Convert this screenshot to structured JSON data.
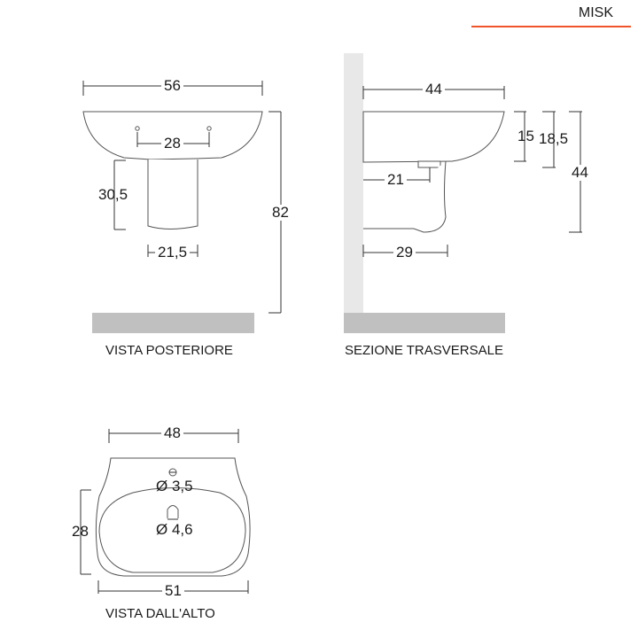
{
  "brand": {
    "name": "MISK",
    "accent_color": "#f0542a"
  },
  "views": {
    "rear": {
      "caption": "VISTA POSTERIORE",
      "dims": {
        "width": "56",
        "holes": "28",
        "pedestal_height": "30,5",
        "pedestal_width": "21,5",
        "total_height": "82"
      }
    },
    "section": {
      "caption": "SEZIONE TRASVERSALE",
      "dims": {
        "depth": "44",
        "h1": "15",
        "h2": "18,5",
        "h3": "44",
        "drain": "21",
        "pedestal_depth": "29"
      }
    },
    "top": {
      "caption": "VISTA DALL'ALTO",
      "dims": {
        "top_width": "48",
        "tap_hole": "Ø 3,5",
        "drain_hole": "Ø 4,6",
        "depth": "28",
        "width": "51"
      }
    }
  },
  "colors": {
    "floor": "#c0c0c0",
    "wall": "#e8e8e8",
    "line": "#333333"
  }
}
